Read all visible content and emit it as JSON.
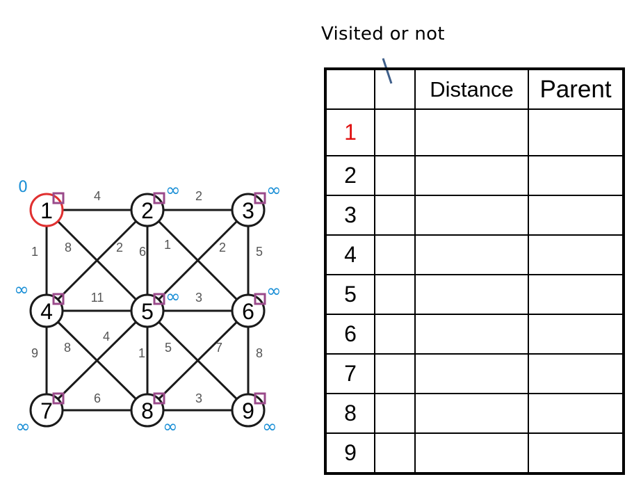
{
  "annotation": {
    "visited_label": "Visited or not"
  },
  "table": {
    "headers": {
      "node": "",
      "visited": "",
      "distance": "Distance",
      "parent": "Parent"
    },
    "rows": [
      {
        "node": "1",
        "visited": "",
        "distance": "",
        "parent": "",
        "highlight": true
      },
      {
        "node": "2",
        "visited": "",
        "distance": "",
        "parent": ""
      },
      {
        "node": "3",
        "visited": "",
        "distance": "",
        "parent": ""
      },
      {
        "node": "4",
        "visited": "",
        "distance": "",
        "parent": ""
      },
      {
        "node": "5",
        "visited": "",
        "distance": "",
        "parent": ""
      },
      {
        "node": "6",
        "visited": "",
        "distance": "",
        "parent": ""
      },
      {
        "node": "7",
        "visited": "",
        "distance": "",
        "parent": ""
      },
      {
        "node": "8",
        "visited": "",
        "distance": "",
        "parent": ""
      },
      {
        "node": "9",
        "visited": "",
        "distance": "",
        "parent": ""
      }
    ]
  },
  "graph": {
    "colors": {
      "edge": "#1a1a1a",
      "node_stroke": "#1a1a1a",
      "source_stroke": "#e03030",
      "distance": "#1a8fd6",
      "visited_box": "#9a4a8a",
      "weight": "#555555"
    },
    "nodes": [
      {
        "id": "1",
        "distance": "0",
        "source": true
      },
      {
        "id": "2",
        "distance": "∞"
      },
      {
        "id": "3",
        "distance": "∞"
      },
      {
        "id": "4",
        "distance": "∞"
      },
      {
        "id": "5",
        "distance": "∞"
      },
      {
        "id": "6",
        "distance": "∞"
      },
      {
        "id": "7",
        "distance": "∞"
      },
      {
        "id": "8",
        "distance": "∞"
      },
      {
        "id": "9",
        "distance": "∞"
      }
    ],
    "edges": [
      {
        "from": "1",
        "to": "2",
        "weight": "4"
      },
      {
        "from": "2",
        "to": "3",
        "weight": "2"
      },
      {
        "from": "1",
        "to": "4",
        "weight": "1"
      },
      {
        "from": "1",
        "to": "5",
        "weight": "8"
      },
      {
        "from": "2",
        "to": "4",
        "weight": "2"
      },
      {
        "from": "2",
        "to": "5",
        "weight": "6"
      },
      {
        "from": "2",
        "to": "6",
        "weight": "1"
      },
      {
        "from": "3",
        "to": "5",
        "weight": "2"
      },
      {
        "from": "3",
        "to": "6",
        "weight": "5"
      },
      {
        "from": "4",
        "to": "5",
        "weight": "11"
      },
      {
        "from": "5",
        "to": "6",
        "weight": "3"
      },
      {
        "from": "4",
        "to": "7",
        "weight": "9"
      },
      {
        "from": "4",
        "to": "8",
        "weight": "8"
      },
      {
        "from": "5",
        "to": "7",
        "weight": "4"
      },
      {
        "from": "5",
        "to": "8",
        "weight": "1"
      },
      {
        "from": "5",
        "to": "9",
        "weight": "5"
      },
      {
        "from": "6",
        "to": "8",
        "weight": "7"
      },
      {
        "from": "6",
        "to": "9",
        "weight": "8"
      },
      {
        "from": "7",
        "to": "8",
        "weight": "6"
      },
      {
        "from": "8",
        "to": "9",
        "weight": "3"
      }
    ]
  }
}
